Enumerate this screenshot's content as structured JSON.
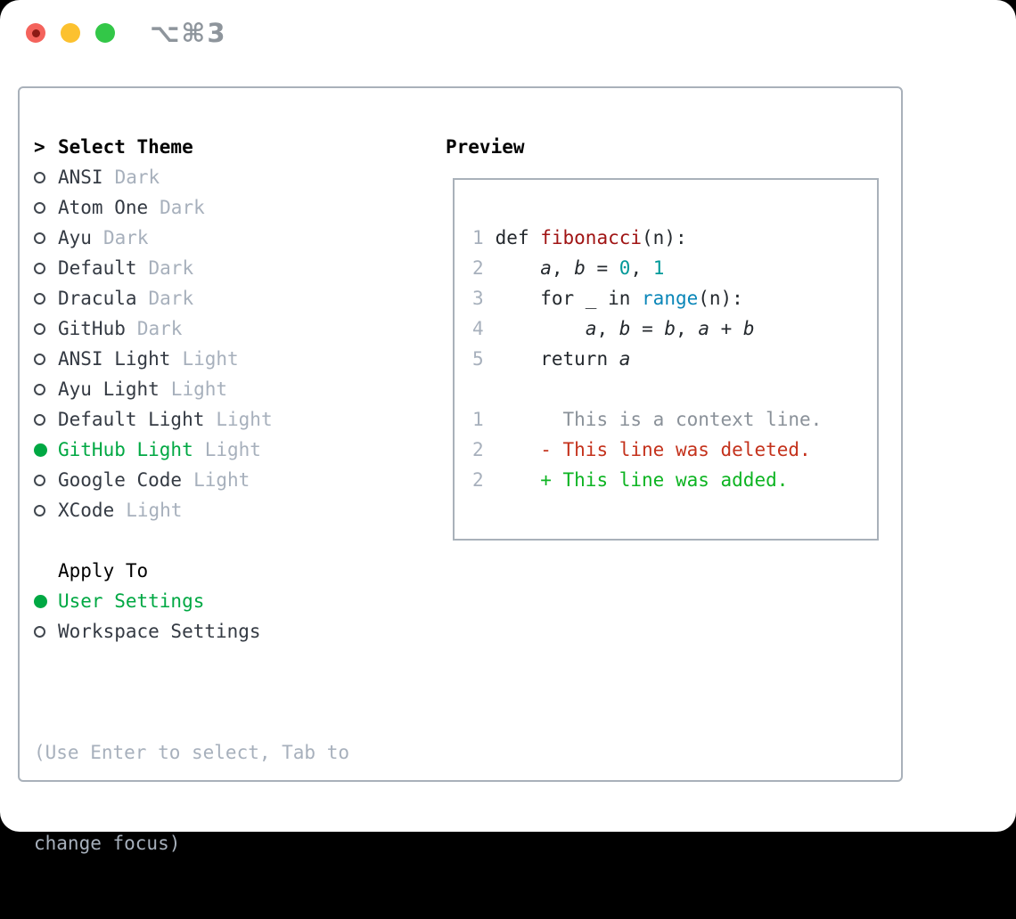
{
  "window": {
    "title": "⌥⌘3",
    "traffic_lights": {
      "close_color": "#f4635c",
      "close_dot_color": "#8c1a15",
      "minimize_color": "#fcc12f",
      "zoom_color": "#33c748"
    }
  },
  "picker": {
    "title": "Select Theme",
    "title_marker": ">",
    "themes": [
      {
        "name": "ANSI",
        "variant": "Dark",
        "selected": false
      },
      {
        "name": "Atom One",
        "variant": "Dark",
        "selected": false
      },
      {
        "name": "Ayu",
        "variant": "Dark",
        "selected": false
      },
      {
        "name": "Default",
        "variant": "Dark",
        "selected": false
      },
      {
        "name": "Dracula",
        "variant": "Dark",
        "selected": false
      },
      {
        "name": "GitHub",
        "variant": "Dark",
        "selected": false
      },
      {
        "name": "ANSI Light",
        "variant": "Light",
        "selected": false
      },
      {
        "name": "Ayu Light",
        "variant": "Light",
        "selected": false
      },
      {
        "name": "Default Light",
        "variant": "Light",
        "selected": false
      },
      {
        "name": "GitHub Light",
        "variant": "Light",
        "selected": true
      },
      {
        "name": "Google Code",
        "variant": "Light",
        "selected": false
      },
      {
        "name": "XCode",
        "variant": "Light",
        "selected": false
      }
    ],
    "apply_to": {
      "title": "Apply To",
      "options": [
        {
          "label": "User Settings",
          "selected": true
        },
        {
          "label": "Workspace Settings",
          "selected": false
        }
      ]
    },
    "hint_line1": "(Use Enter to select, Tab to",
    "hint_line2": "change focus)"
  },
  "preview": {
    "title": "Preview",
    "code": {
      "l1": {
        "num": "1",
        "t1": "def ",
        "t2": "fibonacci",
        "t3": "(n):"
      },
      "l2": {
        "num": "2",
        "t1": "    ",
        "t2": "a",
        "t3": ", ",
        "t4": "b",
        "t5": " = ",
        "t6": "0",
        "t7": ", ",
        "t8": "1"
      },
      "l3": {
        "num": "3",
        "t1": "    for _ in ",
        "t2": "range",
        "t3": "(n):"
      },
      "l4": {
        "num": "4",
        "t1": "        ",
        "t2": "a",
        "t3": ", ",
        "t4": "b",
        "t5": " = ",
        "t6": "b",
        "t7": ", ",
        "t8": "a",
        "t9": " + ",
        "t10": "b"
      },
      "l5": {
        "num": "5",
        "t1": "    return ",
        "t2": "a"
      }
    },
    "diff": {
      "context": {
        "num": "1",
        "text": "      This is a context line."
      },
      "deleted": {
        "num": "2",
        "text": "    - This line was deleted."
      },
      "added": {
        "num": "2",
        "text": "    + This line was added."
      }
    }
  },
  "colors": {
    "selection_green": "#00a843",
    "added_green": "#0db422",
    "deleted_red": "#c4321c",
    "context_gray": "#8a9199",
    "function_red": "#a01414",
    "number_teal": "#009999",
    "builtin_blue": "#0a86b8",
    "code_default": "#24292e",
    "muted_gray": "#a7b0bc",
    "item_dark": "#343a43",
    "border_gray": "#a9b1ba",
    "title_gray": "#8e959c"
  }
}
